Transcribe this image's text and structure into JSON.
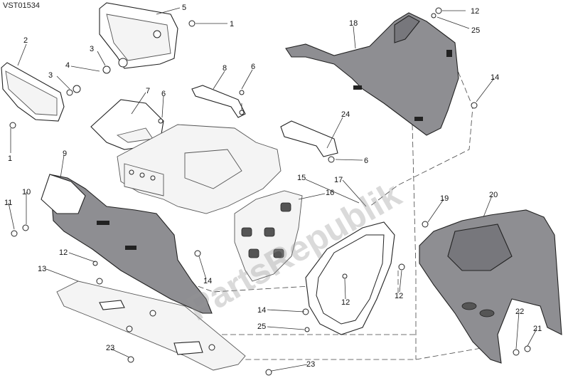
{
  "diagram_code": "VST01534",
  "watermark": "PartsRepublik",
  "callouts": [
    {
      "id": "c-5",
      "label": "5"
    },
    {
      "id": "c-1a",
      "label": "1"
    },
    {
      "id": "c-2",
      "label": "2"
    },
    {
      "id": "c-3a",
      "label": "3"
    },
    {
      "id": "c-3b",
      "label": "3"
    },
    {
      "id": "c-4",
      "label": "4"
    },
    {
      "id": "c-7",
      "label": "7"
    },
    {
      "id": "c-8",
      "label": "8"
    },
    {
      "id": "c-6a",
      "label": "6"
    },
    {
      "id": "c-6b",
      "label": "6"
    },
    {
      "id": "c-6c",
      "label": "6"
    },
    {
      "id": "c-1b",
      "label": "1"
    },
    {
      "id": "c-18",
      "label": "18"
    },
    {
      "id": "c-12a",
      "label": "12"
    },
    {
      "id": "c-25a",
      "label": "25"
    },
    {
      "id": "c-14a",
      "label": "14"
    },
    {
      "id": "c-24",
      "label": "24"
    },
    {
      "id": "c-15",
      "label": "15"
    },
    {
      "id": "c-17",
      "label": "17"
    },
    {
      "id": "c-16",
      "label": "16"
    },
    {
      "id": "c-9",
      "label": "9"
    },
    {
      "id": "c-10",
      "label": "10"
    },
    {
      "id": "c-11",
      "label": "11"
    },
    {
      "id": "c-12b",
      "label": "12"
    },
    {
      "id": "c-13",
      "label": "13"
    },
    {
      "id": "c-14b",
      "label": "14"
    },
    {
      "id": "c-19",
      "label": "19"
    },
    {
      "id": "c-20",
      "label": "20"
    },
    {
      "id": "c-12c",
      "label": "12"
    },
    {
      "id": "c-12d",
      "label": "12"
    },
    {
      "id": "c-14c",
      "label": "14"
    },
    {
      "id": "c-25b",
      "label": "25"
    },
    {
      "id": "c-22",
      "label": "22"
    },
    {
      "id": "c-21",
      "label": "21"
    },
    {
      "id": "c-23a",
      "label": "23"
    },
    {
      "id": "c-23b",
      "label": "23"
    }
  ]
}
